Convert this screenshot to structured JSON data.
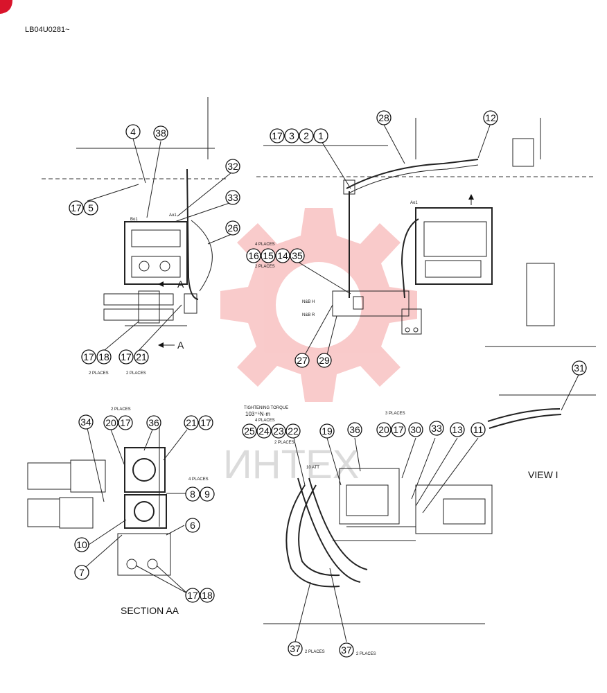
{
  "doc_code": "LB04U0281~",
  "labels": {
    "section_aa": "SECTION AA",
    "view_i": "VIEW I",
    "arrow_a": "A",
    "places_4": "4 PLACES",
    "places_2": "2 PLACES",
    "places_3": "3 PLACES",
    "nbr_h": "N&B H",
    "nbr_r": "N&B R",
    "ao1": "Ao1",
    "bo1": "Bo1",
    "tightening": "TIGHTENING TORQUE",
    "torque": "103⁺⁵N·m",
    "att": "10 ATT",
    "places_2b": "2 PLACES"
  },
  "watermark": {
    "text": "ИНТЕХ",
    "color": "#f28b8b"
  },
  "colors": {
    "corner_badge": "#d9142b",
    "ink": "#111111"
  },
  "callouts": [
    "4",
    "38",
    "17",
    "5",
    "32",
    "33",
    "26",
    "17",
    "18",
    "17",
    "21",
    "17",
    "3",
    "2",
    "1",
    "28",
    "12",
    "16",
    "15",
    "14",
    "35",
    "27",
    "29",
    "31",
    "20",
    "17",
    "36",
    "21",
    "17",
    "34",
    "8",
    "9",
    "6",
    "10",
    "7",
    "17",
    "18",
    "25",
    "24",
    "23",
    "22",
    "19",
    "36",
    "20",
    "17",
    "30",
    "33",
    "13",
    "11",
    "37",
    "37"
  ]
}
